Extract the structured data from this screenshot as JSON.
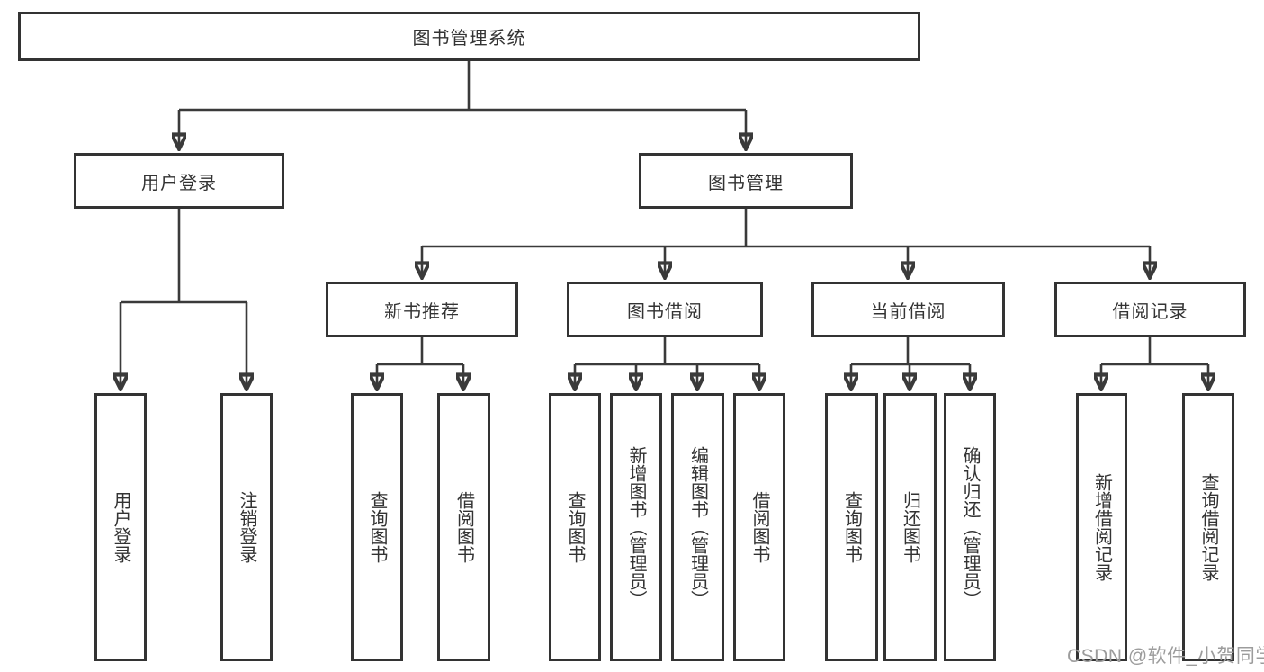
{
  "diagram": {
    "root": {
      "label": "图书管理系统",
      "children": [
        {
          "label": "用户登录",
          "children": [
            {
              "label": "用户登录"
            },
            {
              "label": "注销登录"
            }
          ]
        },
        {
          "label": "图书管理",
          "children": [
            {
              "label": "新书推荐",
              "children": [
                {
                  "label": "查询图书"
                },
                {
                  "label": "借阅图书"
                }
              ]
            },
            {
              "label": "图书借阅",
              "children": [
                {
                  "label": "查询图书"
                },
                {
                  "label": "新增图书（管理员）"
                },
                {
                  "label": "编辑图书（管理员）"
                },
                {
                  "label": "借阅图书"
                }
              ]
            },
            {
              "label": "当前借阅",
              "children": [
                {
                  "label": "查询图书"
                },
                {
                  "label": "归还图书"
                },
                {
                  "label": "确认归还（管理员）"
                }
              ]
            },
            {
              "label": "借阅记录",
              "children": [
                {
                  "label": "新增借阅记录"
                },
                {
                  "label": "查询借阅记录"
                }
              ]
            }
          ]
        }
      ]
    },
    "colors": {
      "line": "#3a3a3a",
      "box_border": "#333333",
      "text": "#333333",
      "watermark": "#9c9c9c",
      "background": "#ffffff"
    }
  },
  "watermark": {
    "text": "CSDN @软件_小贺同学"
  }
}
